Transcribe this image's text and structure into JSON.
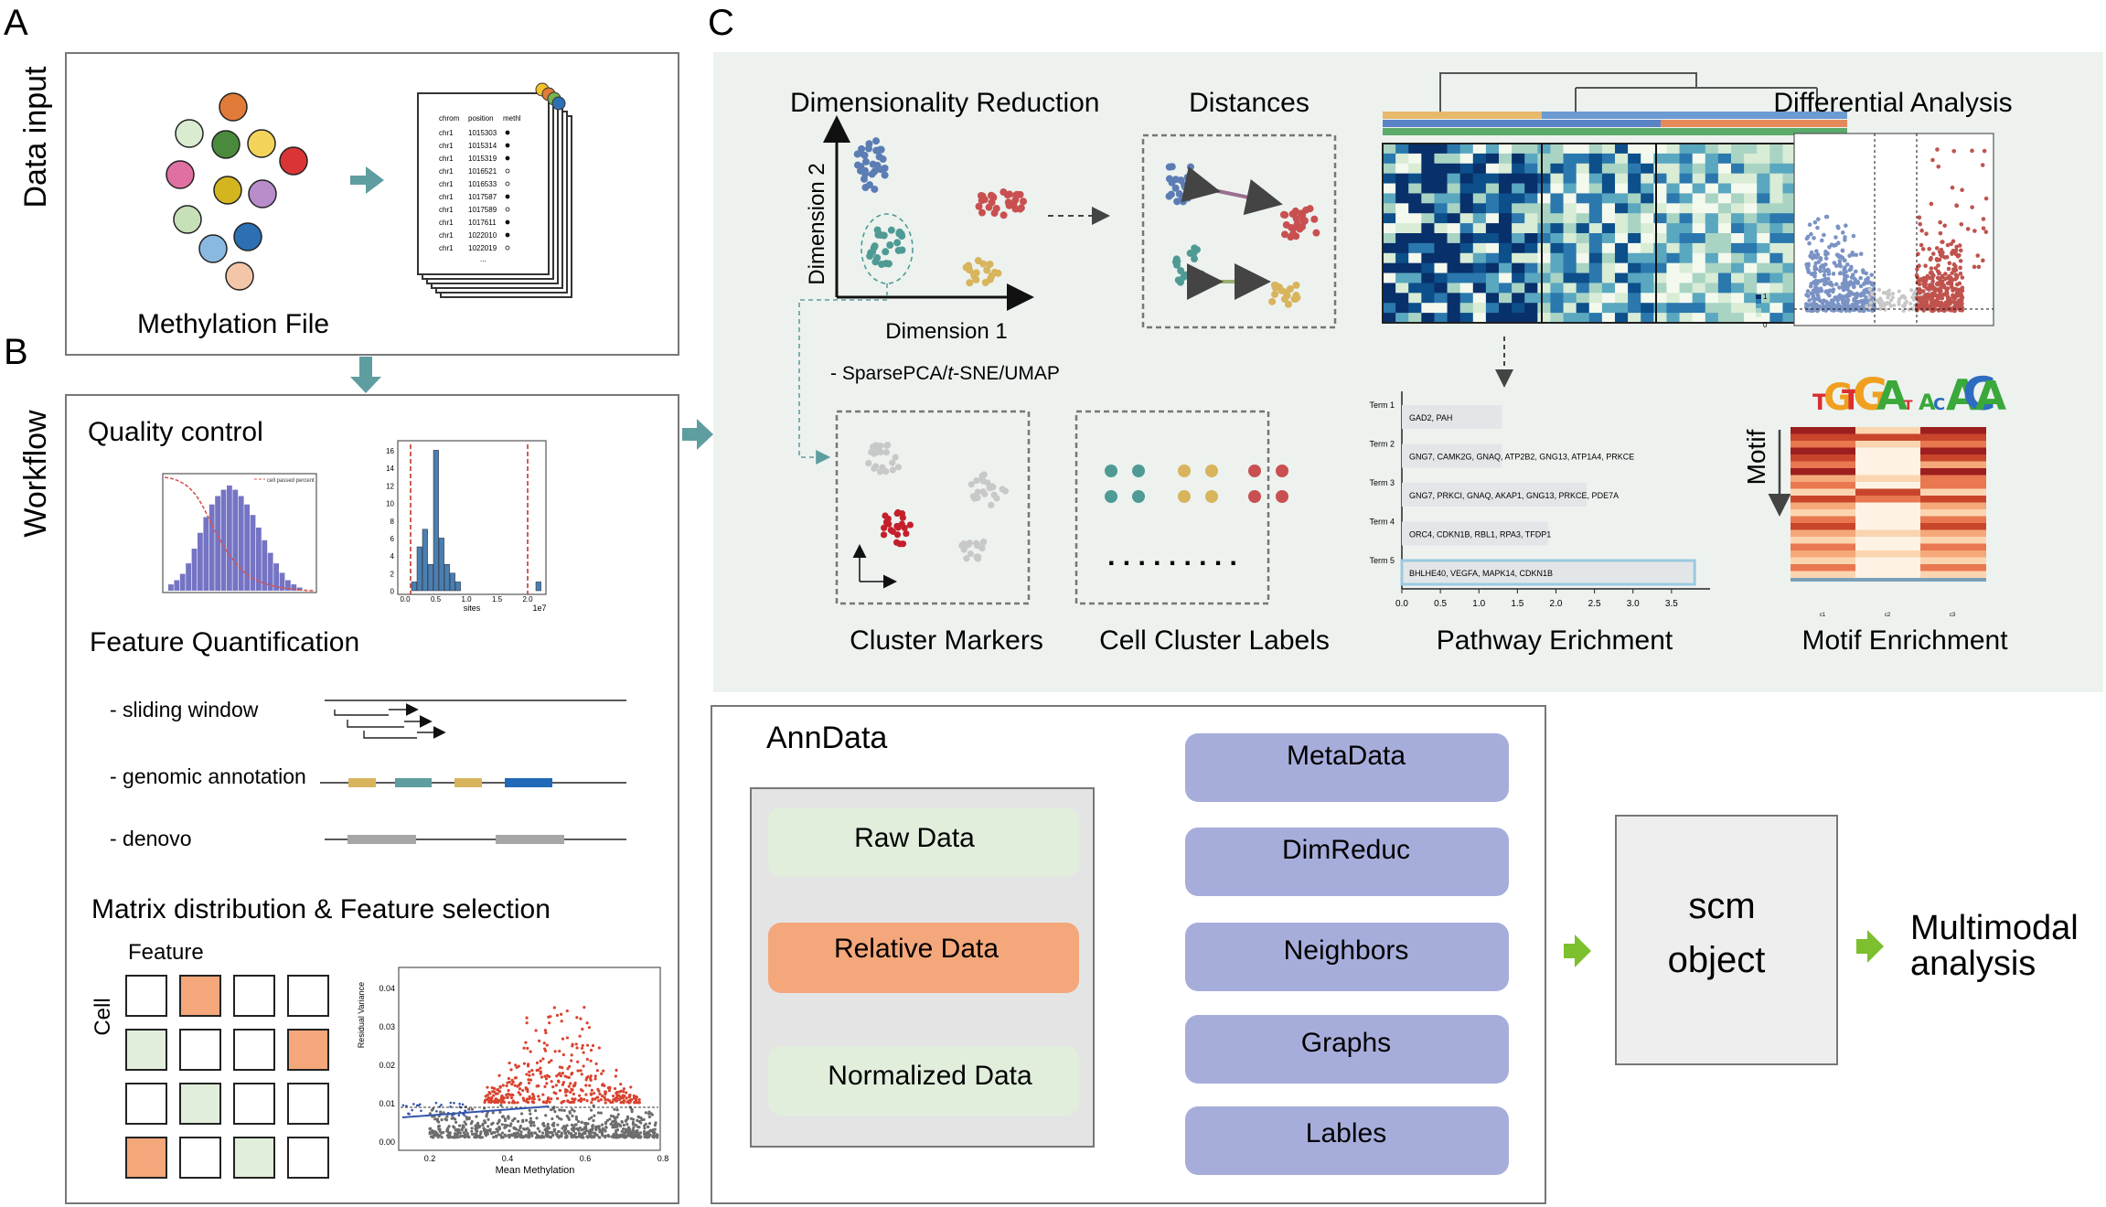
{
  "panel_letters": {
    "a": "A",
    "b": "B",
    "c": "C"
  },
  "data_input": {
    "side_label": "Data input",
    "caption": "Methylation File",
    "file_headers": [
      "chrom",
      "position",
      "methl"
    ],
    "file_rows": [
      [
        "chr1",
        "1015303",
        "filled"
      ],
      [
        "chr1",
        "1015314",
        "filled"
      ],
      [
        "chr1",
        "1015319",
        "filled"
      ],
      [
        "chr1",
        "1016521",
        "open"
      ],
      [
        "chr1",
        "1016533",
        "open"
      ],
      [
        "chr1",
        "1017587",
        "filled"
      ],
      [
        "chr1",
        "1017589",
        "open"
      ],
      [
        "chr1",
        "1017611",
        "filled"
      ],
      [
        "chr1",
        "1022010",
        "filled"
      ],
      [
        "chr1",
        "1022019",
        "open"
      ]
    ],
    "file_ellipsis": "...",
    "cell_colors": [
      "#e07b39",
      "#d9ecd0",
      "#4a8a3c",
      "#f3d35a",
      "#d93535",
      "#e070a2",
      "#d4b51f",
      "#b78cc9",
      "#c7e0b8",
      "#8ab9e0",
      "#2c6fb3",
      "#f4c6a8"
    ]
  },
  "workflow": {
    "side_label": "Workflow",
    "quality_control": "Quality control",
    "qc_hist1_legend": "cell passed percent",
    "qc_hist2_xlabel": "sites",
    "qc_hist2_exp": "1e7",
    "qc_hist2_yticks": [
      "16",
      "14",
      "12",
      "10",
      "8",
      "6",
      "4",
      "2",
      "0"
    ],
    "qc_hist2_xticks": [
      "0.0",
      "0.5",
      "1.0",
      "1.5",
      "2.0"
    ],
    "feature_quant": "Feature Quantification",
    "methods": [
      "- sliding window",
      "- genomic annotation",
      "- denovo"
    ],
    "matrix_title": "Matrix distribution & Feature selection",
    "feature_label": "Feature",
    "cell_label": "Cell",
    "grid_colors": [
      [
        "white",
        "orange",
        "white",
        "white"
      ],
      [
        "green",
        "white",
        "white",
        "orange"
      ],
      [
        "white",
        "green",
        "white",
        "white"
      ],
      [
        "orange",
        "white",
        "green",
        "white"
      ]
    ],
    "scatter_xlabel": "Mean Methylation",
    "scatter_ylabel": "Residual Variance",
    "scatter_yticks": [
      "0.04",
      "0.03",
      "0.02",
      "0.01",
      "0.00"
    ],
    "scatter_xticks": [
      "0.2",
      "0.4",
      "0.6",
      "0.8"
    ]
  },
  "panel_c": {
    "dim_reduction": "Dimensionality  Reduction",
    "dim1": "Dimension 1",
    "dim2": "Dimension 2",
    "dim_methods_prefix": "- SparsePCA/",
    "dim_methods_italic": "t",
    "dim_methods_suffix": "-SNE/UMAP",
    "distances": "Distances",
    "cluster_markers": "Cluster Markers",
    "cell_cluster_labels": "Cell Cluster Labels",
    "cluster_ellipsis": ". . .   . . .   . . .",
    "pathway_title": "Pathway Erichment",
    "pathway": {
      "terms": [
        "Term 1",
        "Term 2",
        "Term 3",
        "Term 4",
        "Term 5"
      ],
      "genes": [
        "GAD2, PAH",
        "GNG7, CAMK2G, GNAQ, ATP2B2, GNG13, ATP1A4, PRKCE",
        "GNG7, PRKCI, GNAQ, AKAP1, GNG13, PRKCE, PDE7A",
        "ORC4, CDKN1B, RBL1, RPA3, TFDP1",
        "BHLHE40, VEGFA, MAPK14, CDKN1B"
      ],
      "values": [
        1.3,
        1.3,
        2.4,
        1.9,
        3.8
      ],
      "xticks": [
        "0.0",
        "0.5",
        "1.0",
        "1.5",
        "2.0",
        "2.5",
        "3.0",
        "3.5"
      ]
    },
    "differential": "Differential Analysis",
    "motif_title": "Motif Enrichment",
    "motif_label": "Motif",
    "motif_letters": [
      "T",
      "G",
      "T",
      "G",
      "A",
      "T",
      "A",
      "C",
      "A",
      "C",
      "A"
    ],
    "motif_cols": [
      "c1",
      "c2",
      "c3"
    ],
    "heatmap_scale": [
      "1",
      "0"
    ]
  },
  "anndata": {
    "title": "AnnData",
    "layers": [
      "Raw Data",
      "Relative Data",
      "Normalized Data"
    ],
    "slots": [
      "MetaData",
      "DimReduc",
      "Neighbors",
      "Graphs",
      "Lables"
    ]
  },
  "scm": {
    "line1": "scm",
    "line2": "object"
  },
  "output": {
    "line1": "Multimodal",
    "line2": "analysis"
  },
  "colors": {
    "teal_arrow": "#5f9ea0",
    "green_arrow": "#7cbf2f",
    "panel_c_bg": "#edf2ef",
    "slot_purple": "#a7addb",
    "raw_green": "#e1eedb",
    "relative_orange": "#f4a77a",
    "cluster_blue": "#5b7db4",
    "cluster_red": "#c95050",
    "cluster_teal": "#4f9a94",
    "cluster_yellow": "#d8b45c"
  }
}
